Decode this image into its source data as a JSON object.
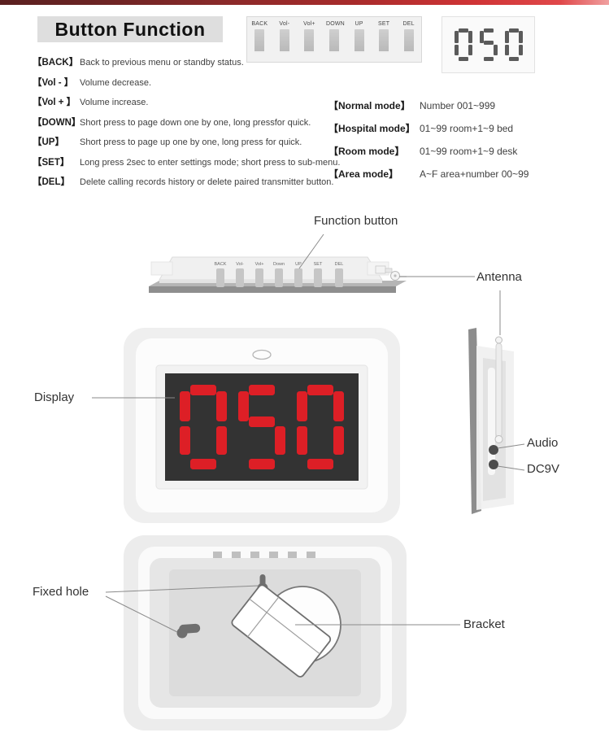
{
  "header": {
    "title": "Button  Function"
  },
  "button_panel": {
    "keys": [
      "BACK",
      "Vol-",
      "Vol+",
      "DOWN",
      "UP",
      "SET",
      "DEL"
    ]
  },
  "top_view": {
    "keys": [
      "BACK",
      "Vol-",
      "Vol+",
      "Down",
      "UP",
      "SET",
      "DEL"
    ]
  },
  "lcd": {
    "value": "050"
  },
  "display_screen": {
    "value": "050",
    "digit_color": "#dd1f26",
    "screen_color": "#333333"
  },
  "functions": [
    {
      "key": "【BACK】",
      "desc": "Back to previous menu or standby status."
    },
    {
      "key": "【Vol - 】",
      "desc": "Volume decrease."
    },
    {
      "key": "【Vol + 】",
      "desc": "Volume increase."
    },
    {
      "key": "【DOWN】",
      "desc": "Short press to page down one by one, long pressfor quick."
    },
    {
      "key": "【UP】",
      "desc": "Short press to page up one by one, long press for quick."
    },
    {
      "key": "【SET】",
      "desc": "Long press 2sec to enter settings mode; short press to sub-menu."
    },
    {
      "key": "【DEL】",
      "desc": "Delete calling records history or delete paired transmitter button."
    }
  ],
  "modes": [
    {
      "name": "【Normal mode】",
      "value": "Number 001~999"
    },
    {
      "name": "【Hospital mode】",
      "value": "01~99 room+1~9 bed"
    },
    {
      "name": "【Room mode】",
      "value": "01~99 room+1~9 desk"
    },
    {
      "name": "【Area mode】",
      "value": "A~F area+number 00~99"
    }
  ],
  "callouts": {
    "function_button": "Function button",
    "antenna": "Antenna",
    "display": "Display",
    "audio": "Audio",
    "dc9v": "DC9V",
    "fixed_hole": "Fixed hole",
    "bracket": "Bracket"
  },
  "colors": {
    "accent_red": "#dd1f26",
    "stripe_dark": "#5a2020",
    "banner_bg": "#dedede"
  }
}
